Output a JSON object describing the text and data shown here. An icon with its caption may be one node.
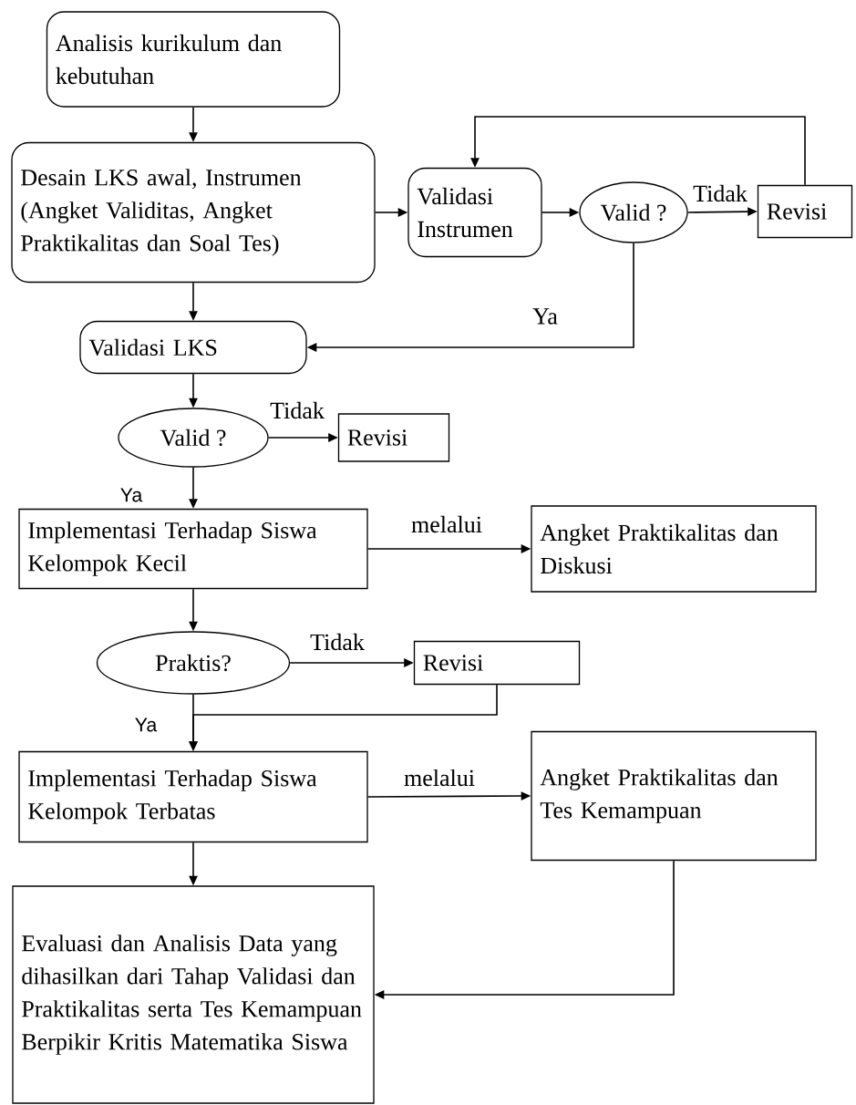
{
  "diagram": {
    "nodes": [
      {
        "text": [
          "Analisis kurikulum dan kebutuhan"
        ]
      },
      {
        "text": [
          "Desain LKS awal, Instrumen (Angket Validitas, Angket Praktikalitas dan Soal Tes)"
        ]
      },
      {
        "text": [
          "Validasi Instrumen"
        ]
      },
      {
        "text": [
          "Valid ?"
        ]
      },
      {
        "text": [
          "Revisi"
        ]
      },
      {
        "text": [
          "Validasi LKS"
        ]
      },
      {
        "text": [
          "Valid ?"
        ]
      },
      {
        "text": [
          "Revisi"
        ]
      },
      {
        "text": [
          "Implementasi Terhadap Siswa Kelompok Kecil"
        ]
      },
      {
        "text": [
          "Angket Praktikalitas dan Diskusi"
        ]
      },
      {
        "text": [
          "Praktis?"
        ]
      },
      {
        "text": [
          "Revisi"
        ]
      },
      {
        "text": [
          "Implementasi Terhadap Siswa Kelompok Terbatas"
        ]
      },
      {
        "text": [
          "Angket Praktikalitas dan Tes Kemampuan"
        ]
      },
      {
        "text": [
          "Evaluasi dan Analisis Data yang dihasilkan dari Tahap Validasi dan Praktikalitas serta Tes Kemampuan Berpikir Kritis Matematika Siswa"
        ]
      }
    ],
    "edges": [
      {
        "from": 0,
        "to": 1,
        "arrow": "to"
      },
      {
        "from": 1,
        "to": 2,
        "arrow": "to"
      },
      {
        "from": 2,
        "to": 3,
        "arrow": "to"
      },
      {
        "from": 3,
        "to": 4,
        "arrow": "to",
        "label": "Tidak"
      },
      {
        "from": 4,
        "to": 2,
        "arrow": "to"
      },
      {
        "from": 3,
        "to": 5,
        "arrow": "to",
        "label": "Ya"
      },
      {
        "from": 1,
        "to": 5,
        "arrow": "to"
      },
      {
        "from": 5,
        "to": 6,
        "arrow": "to"
      },
      {
        "from": 6,
        "to": 7,
        "arrow": "to",
        "label": "Tidak"
      },
      {
        "from": 6,
        "to": 8,
        "arrow": "to",
        "label": "Ya"
      },
      {
        "from": 8,
        "to": 9,
        "arrow": "to",
        "label": "melalui"
      },
      {
        "from": 8,
        "to": 10,
        "arrow": "to"
      },
      {
        "from": 10,
        "to": 11,
        "arrow": "to",
        "label": "Tidak"
      },
      {
        "from": 10,
        "to": 12,
        "arrow": "to",
        "label": "Ya"
      },
      {
        "from": 11,
        "to": 12,
        "arrow": "to"
      },
      {
        "from": 12,
        "to": 13,
        "arrow": "to",
        "label": "melalui"
      },
      {
        "from": 12,
        "to": 14,
        "arrow": "to"
      },
      {
        "from": 13,
        "to": 14,
        "arrow": "to"
      }
    ]
  }
}
